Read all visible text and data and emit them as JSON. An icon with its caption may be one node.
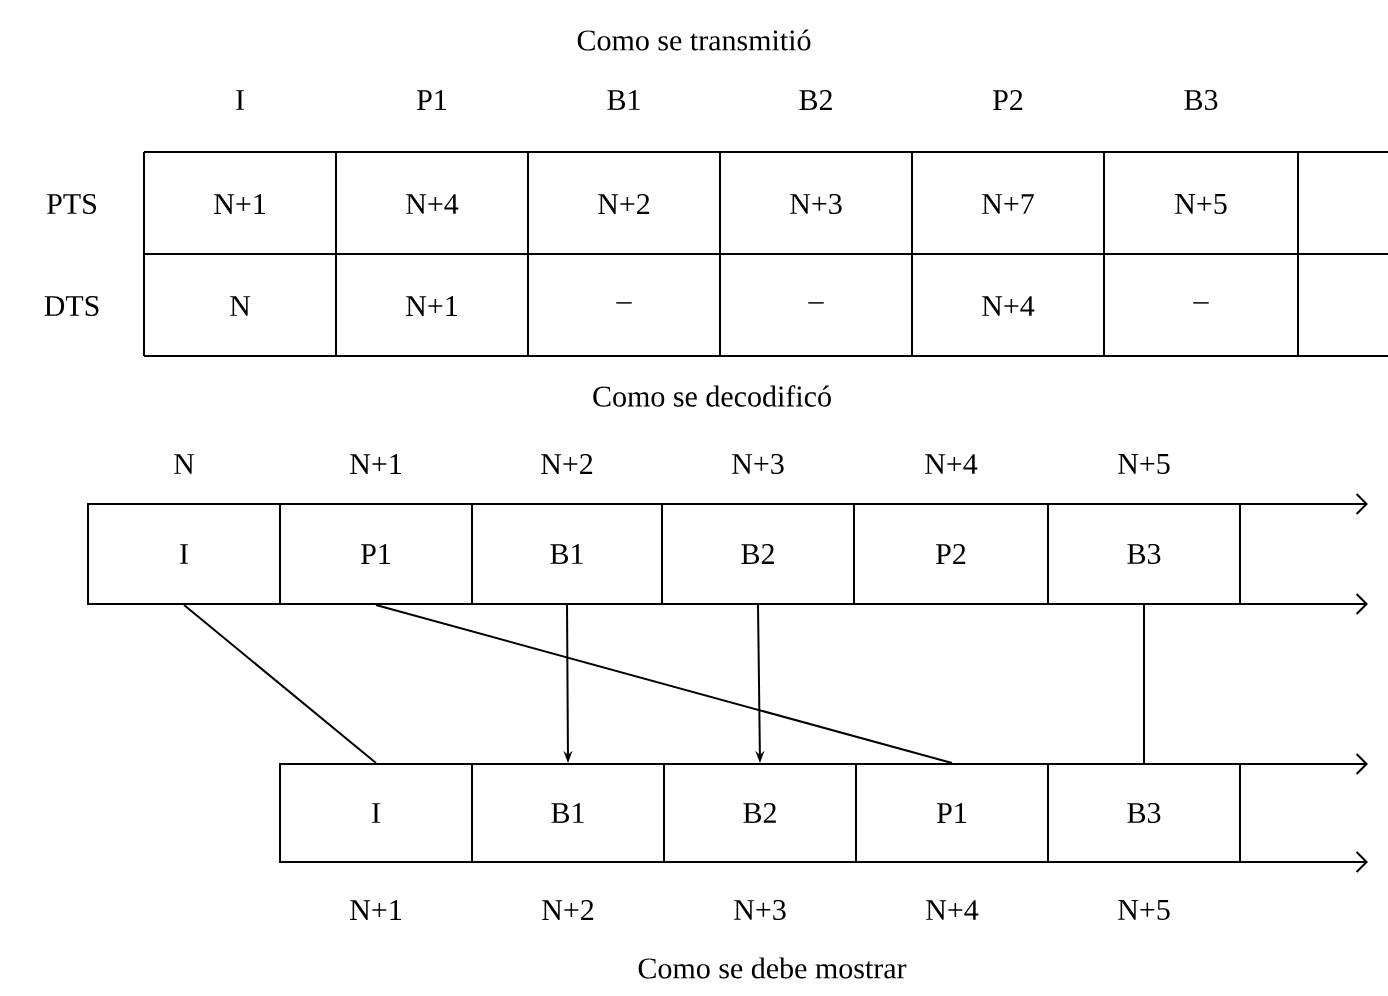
{
  "diagram": {
    "nodes": [
      {
        "text": [
          "I"
        ]
      },
      {
        "text": [
          "P1"
        ]
      },
      {
        "text": [
          "B1"
        ]
      },
      {
        "text": [
          "B2"
        ]
      },
      {
        "text": [
          "P2"
        ]
      },
      {
        "text": [
          "B3"
        ]
      },
      {
        "text": [
          "I"
        ]
      },
      {
        "text": [
          "B1"
        ]
      },
      {
        "text": [
          "B2"
        ]
      },
      {
        "text": [
          "P1"
        ]
      },
      {
        "text": [
          "B3"
        ]
      }
    ],
    "edges": [
      {
        "from": 0,
        "to": 6,
        "arrow": "none"
      },
      {
        "from": 1,
        "to": 9,
        "arrow": "none"
      },
      {
        "from": 2,
        "to": 7,
        "arrow": "to"
      },
      {
        "from": 3,
        "to": 8,
        "arrow": "to"
      },
      {
        "from": 5,
        "to": 10,
        "arrow": "none"
      }
    ],
    "labels": [
      "Como se transmitió",
      "I",
      "P1",
      "B1",
      "B2",
      "P2",
      "B3",
      "PTS",
      "N+1",
      "N+4",
      "N+2",
      "N+3",
      "N+7",
      "N+5",
      "DTS",
      "N",
      "N+1",
      "–",
      "–",
      "N+4",
      "–",
      "Como se decodificó",
      "N",
      "N+1",
      "N+2",
      "N+3",
      "N+4",
      "N+5",
      "N+1",
      "N+2",
      "N+3",
      "N+4",
      "N+5",
      "Como se debe mostrar"
    ]
  }
}
